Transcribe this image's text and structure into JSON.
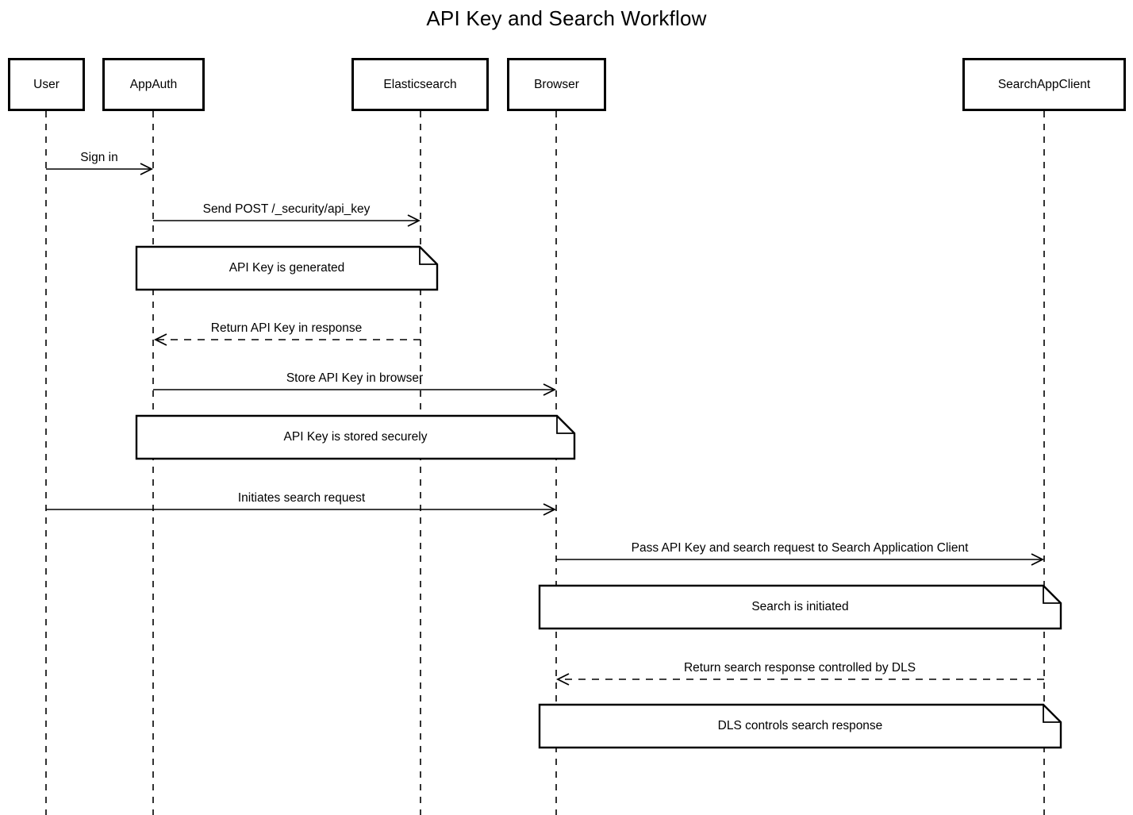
{
  "title": "API Key and Search Workflow",
  "colors": {
    "background": "#ffffff",
    "line": "#000000",
    "text": "#000000",
    "note_fill": "#ffffff"
  },
  "diagram": {
    "type": "sequence",
    "actors": [
      {
        "label": "User"
      },
      {
        "label": "AppAuth"
      },
      {
        "label": "Elasticsearch"
      },
      {
        "label": "Browser"
      },
      {
        "label": "SearchAppClient"
      }
    ],
    "messages": [
      {
        "from": "User",
        "to": "AppAuth",
        "label": "Sign in",
        "line": "solid"
      },
      {
        "from": "AppAuth",
        "to": "Elasticsearch",
        "label": "Send POST /_security/api_key",
        "line": "solid"
      },
      {
        "from": "Elasticsearch",
        "to": "AppAuth",
        "label": "Return API Key in response",
        "line": "dashed"
      },
      {
        "from": "AppAuth",
        "to": "Browser",
        "label": "Store API Key in browser",
        "line": "solid"
      },
      {
        "from": "User",
        "to": "Browser",
        "label": "Initiates search request",
        "line": "solid"
      },
      {
        "from": "Browser",
        "to": "SearchAppClient",
        "label": "Pass API Key and search request to Search Application Client",
        "line": "solid"
      },
      {
        "from": "SearchAppClient",
        "to": "Browser",
        "label": "Return search response controlled by DLS",
        "line": "dashed"
      }
    ],
    "notes": [
      {
        "over": "AppAuth, Elasticsearch",
        "label": "API Key is generated"
      },
      {
        "over": "AppAuth, Browser",
        "label": "API Key is stored securely"
      },
      {
        "over": "Browser, SearchAppClient",
        "label": "Search is initiated"
      },
      {
        "over": "Browser, SearchAppClient",
        "label": "DLS controls search response"
      }
    ]
  }
}
